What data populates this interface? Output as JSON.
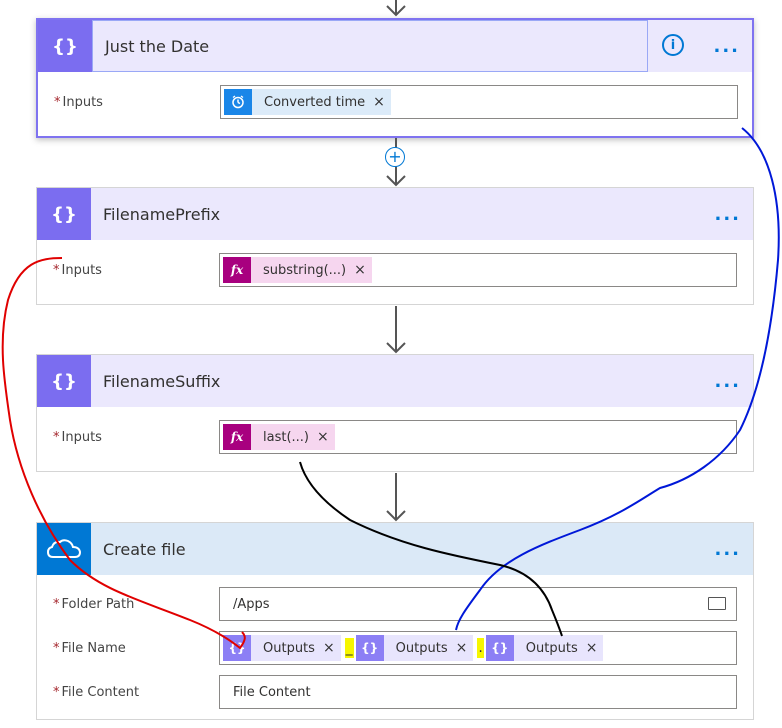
{
  "cards": {
    "just_date": {
      "title": "Just the Date",
      "inputs_label": "Inputs",
      "token_label": "Converted time",
      "token_icon": "clock-icon"
    },
    "prefix": {
      "title": "FilenamePrefix",
      "inputs_label": "Inputs",
      "token_label": "substring(...)",
      "token_icon": "fx-icon"
    },
    "suffix": {
      "title": "FilenameSuffix",
      "inputs_label": "Inputs",
      "token_label": "last(...)",
      "token_icon": "fx-icon"
    },
    "create_file": {
      "title": "Create file",
      "folder_label": "Folder Path",
      "folder_value": "/Apps",
      "filename_label": "File Name",
      "filename_tokens": [
        "Outputs",
        "Outputs",
        "Outputs"
      ],
      "filename_separators": [
        "_",
        "."
      ],
      "content_label": "File Content",
      "content_value": "File Content"
    }
  },
  "icons": {
    "info": "i",
    "more": "...",
    "remove": "×",
    "fx": "fx",
    "compose": "{}",
    "required": "*"
  },
  "colors": {
    "compose_accent": "#7b6df0",
    "onedrive_accent": "#0078d4",
    "fx_accent": "#a8007f",
    "annotation_red": "#e00000",
    "annotation_blue": "#0018d8",
    "annotation_black": "#000000"
  }
}
